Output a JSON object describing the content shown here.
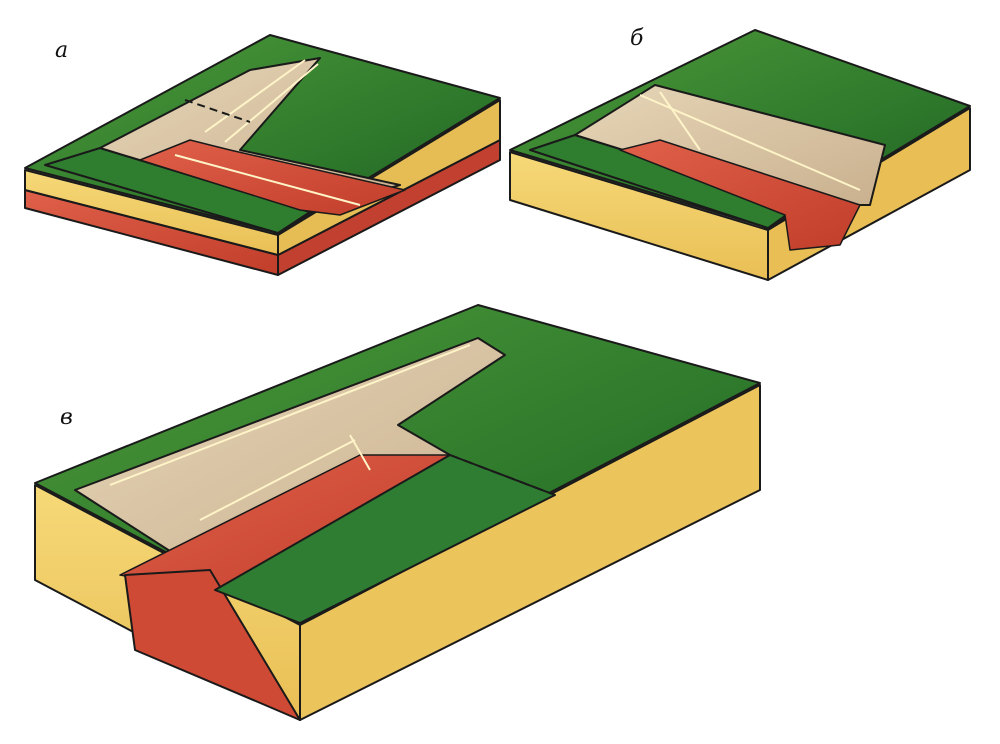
{
  "labels": {
    "a": "а",
    "b": "б",
    "c": "в"
  },
  "colors": {
    "surface_green": "#2e7d32",
    "surface_green_light": "#4caf50",
    "sand_yellow": "#f2d067",
    "sand_shadow": "#d9b14e",
    "trench_beige": "#d8c4a4",
    "ore_red": "#d8503a",
    "ore_red_dark": "#b83a28",
    "outline": "#1a1a1a",
    "highlight": "#fff4c8"
  }
}
